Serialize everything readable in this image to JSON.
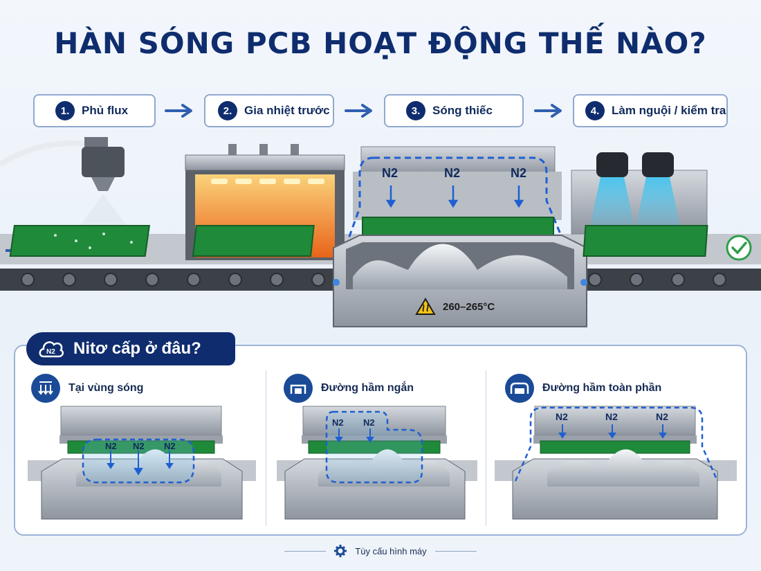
{
  "title": "HÀN SÓNG PCB HOẠT ĐỘNG THẾ NÀO?",
  "steps": [
    {
      "num": "1.",
      "label": "Phủ flux"
    },
    {
      "num": "2.",
      "label": "Gia nhiệt trước"
    },
    {
      "num": "3.",
      "label": "Sóng thiếc"
    },
    {
      "num": "4.",
      "label": "Làm nguội / kiểm tra"
    }
  ],
  "nitrogen_label": "N2",
  "temperature": "260–265°C",
  "nitrogen_section": {
    "title": "Nitơ cấp ở đâu?",
    "options": [
      {
        "label": "Tại vùng sóng"
      },
      {
        "label": "Đường hầm ngắn"
      },
      {
        "label": "Đường hầm toàn phần"
      }
    ]
  },
  "footer": "Tùy cấu hình máy",
  "colors": {
    "navy": "#0f2d6e",
    "pcb_green": "#1f8a3a",
    "heat_orange": "#f08a1c",
    "cool_blue": "#3fc3f0",
    "nitrogen_blue": "#1f5fd1",
    "check_green": "#2e9d4a"
  },
  "icons": [
    "arrow-right-icon",
    "warning-hot-icon",
    "check-circle-icon",
    "nitrogen-cloud-icon",
    "gear-icon"
  ]
}
